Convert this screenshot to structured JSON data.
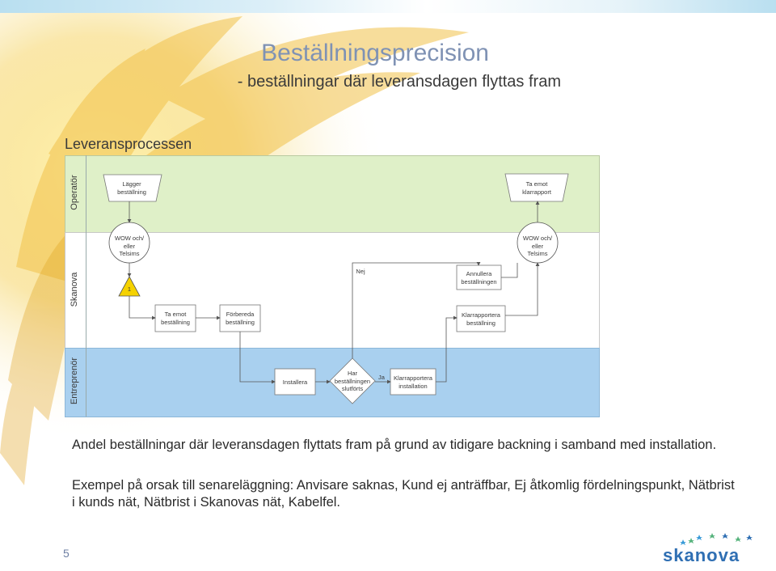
{
  "page": {
    "title": "Beställningsprecision",
    "subtitle": "- beställningar där leveransdagen flyttas fram",
    "section": "Leveransprocessen",
    "page_number": "5"
  },
  "diagram": {
    "lanes": [
      {
        "name": "Operatör",
        "color": "#dff0c8"
      },
      {
        "name": "Skanova",
        "color": "#ffffff"
      },
      {
        "name": "Entreprenör",
        "color": "#a9d0ef"
      }
    ],
    "nodes": {
      "lagger": "Lägger\nbeställning",
      "tar_emot_klar": "Ta emot\nklarrapport",
      "wow_left": "WOW och/\neller\nTelsims",
      "wow_right": "WOW och/\neller\nTelsims",
      "step1": "1",
      "tar_emot_best": "Ta emot\nbeställning",
      "forbereda": "Förbereda\nbeställning",
      "annullera": "Annullera\nbeställningen",
      "klarrapportera_best": "Klarrapportera\nbeställning",
      "installera": "Installera",
      "har_slutforts": "Har\nbeställningen\nslutförts",
      "klarrapportera_inst": "Klarrapportera\ninstallation",
      "nej": "Nej",
      "ja": "Ja"
    }
  },
  "body": {
    "paragraph1": "Andel beställningar där leveransdagen flyttats fram på grund av tidigare backning i samband med installation.",
    "paragraph2": "Exempel på orsak till senareläggning: Anvisare saknas, Kund ej anträffbar, Ej åtkomlig fördelningspunkt, Nätbrist i kunds nät,  Nätbrist i Skanovas nät,  Kabelfel."
  },
  "logo": {
    "text": "skanova",
    "colors": [
      "#3a9bd8",
      "#56b37c",
      "#2f6fb3"
    ]
  }
}
